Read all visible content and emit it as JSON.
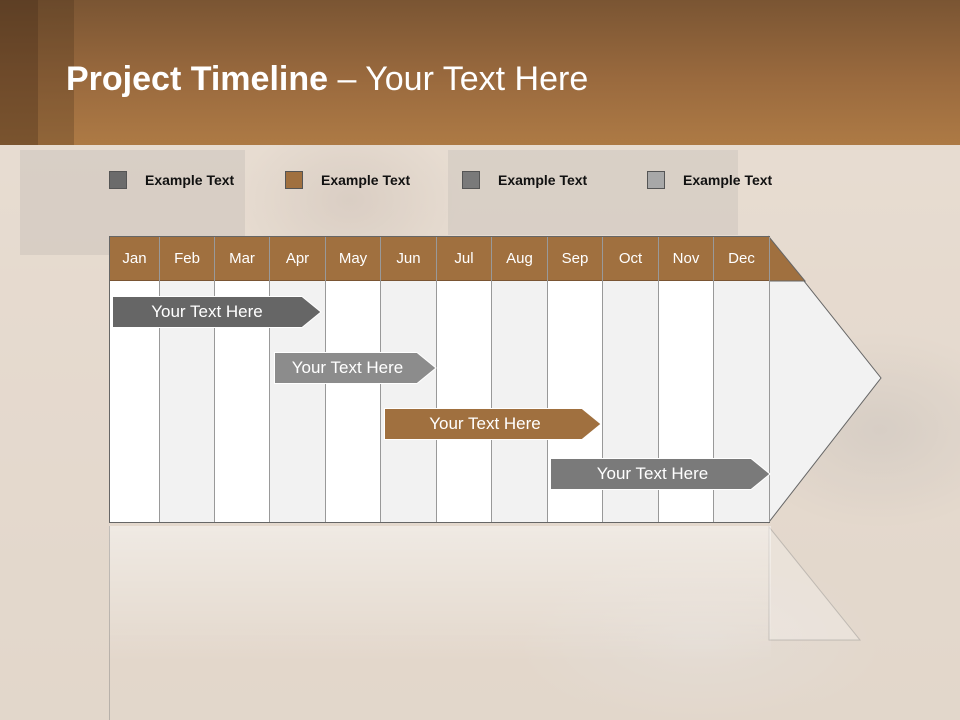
{
  "slide": {
    "title_bold": "Project Timeline",
    "title_rest": " – Your Text Here"
  },
  "legend": [
    {
      "label": "Example Text",
      "color": "#6b6b6b"
    },
    {
      "label": "Example Text",
      "color": "#a0703f"
    },
    {
      "label": "Example Text",
      "color": "#7a7a7a"
    },
    {
      "label": "Example Text",
      "color": "#a8a8a8"
    }
  ],
  "months": [
    "Jan",
    "Feb",
    "Mar",
    "Apr",
    "May",
    "Jun",
    "Jul",
    "Aug",
    "Sep",
    "Oct",
    "Nov",
    "Dec"
  ],
  "tasks": [
    {
      "label": "Your  Text Here",
      "color": "#666666"
    },
    {
      "label": "Your  Text Here",
      "color": "#8c8c8c"
    },
    {
      "label": "Your  Text Here",
      "color": "#a0703f"
    },
    {
      "label": "Your  Text Here",
      "color": "#7a7a7a"
    }
  ],
  "colors": {
    "header": "#9a6a3e",
    "month_fill": "#a0703f"
  }
}
